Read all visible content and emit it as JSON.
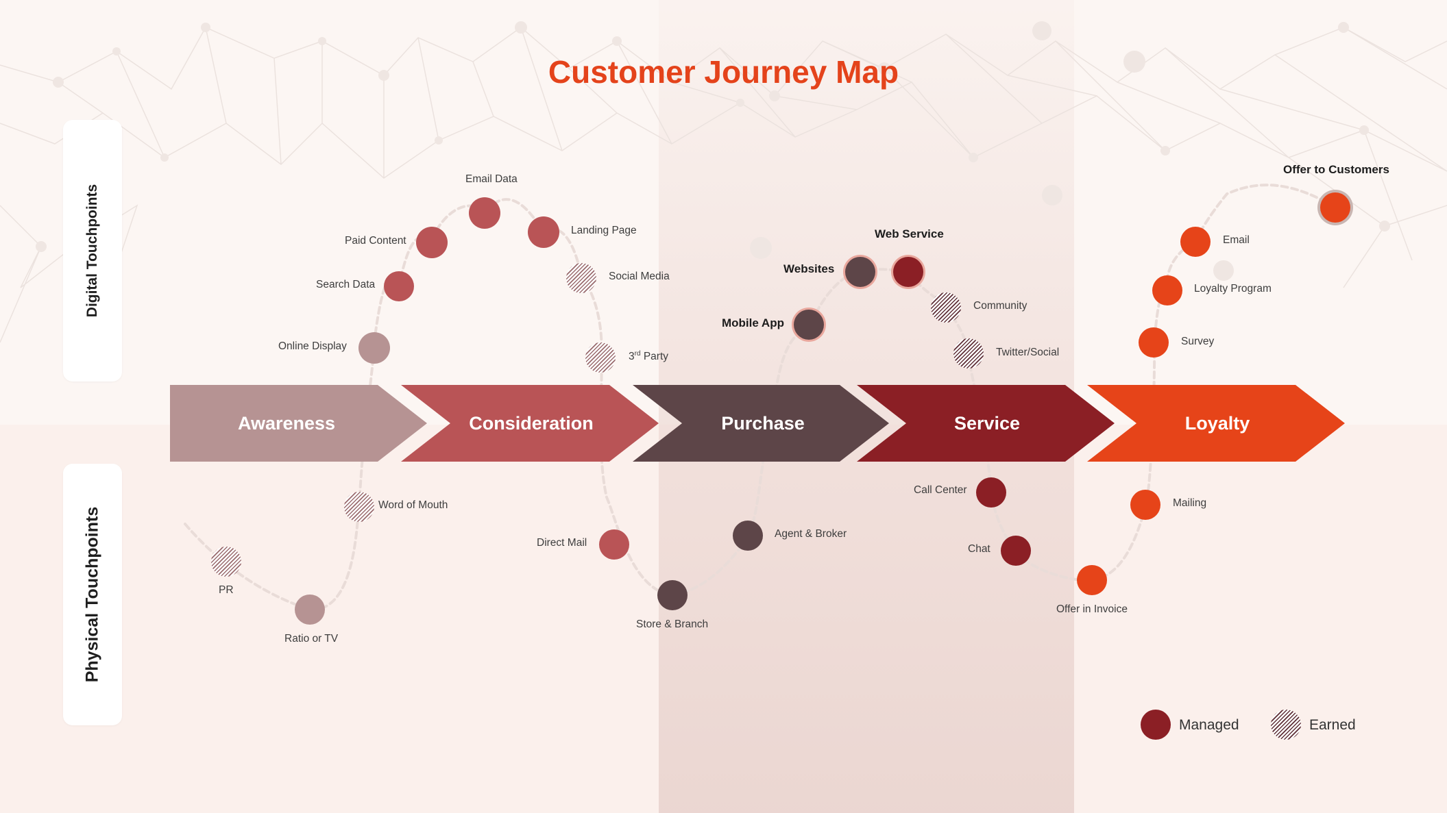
{
  "title": "Customer Journey Map",
  "side_labels": {
    "digital": "Digital Touchpoints",
    "physical": "Physical Touchpoints"
  },
  "stages": [
    {
      "label": "Awareness",
      "color": "#b69393"
    },
    {
      "label": "Consideration",
      "color": "#b95456"
    },
    {
      "label": "Purchase",
      "color": "#5d4548"
    },
    {
      "label": "Service",
      "color": "#8b1f25"
    },
    {
      "label": "Loyalty",
      "color": "#e64419"
    }
  ],
  "touchpoints": {
    "search_data": "Search Data",
    "paid_content": "Paid Content",
    "email_data": "Email Data",
    "landing_page": "Landing Page",
    "social_media": "Social Media",
    "online_display": "Online Display",
    "third_party": "3rd Party",
    "third_party_sup": "rd",
    "websites": "Websites",
    "web_service": "Web Service",
    "mobile_app": "Mobile App",
    "community": "Community",
    "twitter_social": "Twitter/Social",
    "offer_to_customers": "Offer to Customers",
    "email": "Email",
    "loyalty_program": "Loyalty Program",
    "survey": "Survey",
    "word_of_mouth": "Word of Mouth",
    "pr": "PR",
    "ratio_or_tv": "Ratio or TV",
    "direct_mail": "Direct Mail",
    "store_branch": "Store & Branch",
    "agent_broker": "Agent & Broker",
    "call_center": "Call Center",
    "chat": "Chat",
    "offer_in_invoice": "Offer in Invoice",
    "mailing": "Mailing"
  },
  "legend": {
    "managed": "Managed",
    "earned": "Earned"
  }
}
